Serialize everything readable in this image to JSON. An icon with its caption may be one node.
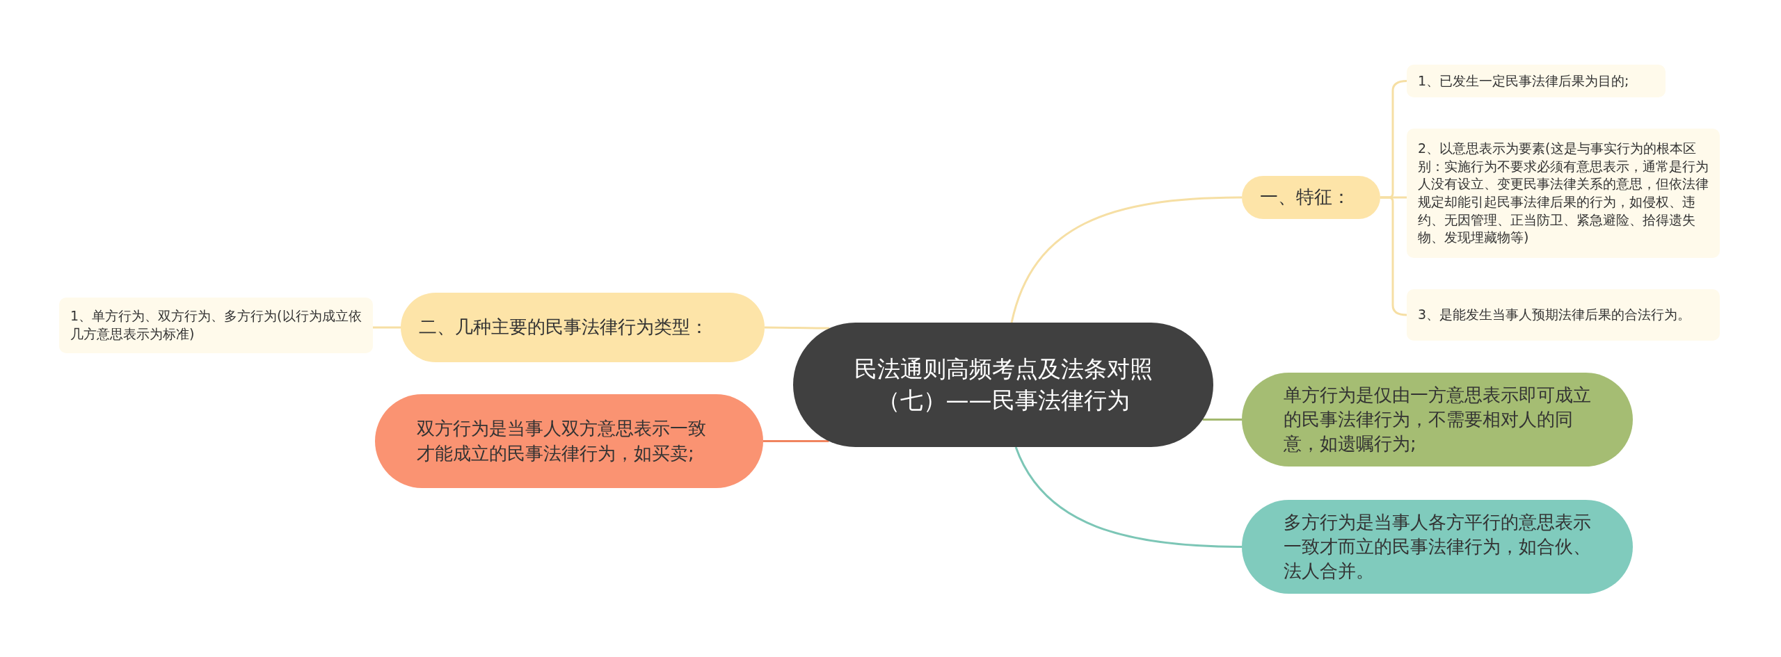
{
  "diagram": {
    "nodes": [
      {
        "text": [
          "民法通则高频考点及法条对照（七）——民事法律行为"
        ]
      },
      {
        "text": [
          "一、特征："
        ]
      },
      {
        "text": [
          "1、已发生一定民事法律后果为目的;"
        ]
      },
      {
        "text": [
          "2、以意思表示为要素(这是与事实行为的根本区别：实施行为不要求必须有意思表示，通常是行为人没有设立、变更民事法律关系的意思，但依法律规定却能引起民事法律后果的行为，如侵权、违约、无因管理、正当防卫、紧急避险、拾得遗失物、发现埋藏物等)"
        ]
      },
      {
        "text": [
          "3、是能发生当事人预期法律后果的合法行为。"
        ]
      },
      {
        "text": [
          "二、几种主要的民事法律行为类型："
        ]
      },
      {
        "text": [
          "1、单方行为、双方行为、多方行为(以行为成立依几方意思表示为标准)"
        ]
      },
      {
        "text": [
          "双方行为是当事人双方意思表示一致才能成立的民事法律行为，如买卖;"
        ]
      },
      {
        "text": [
          "单方行为是仅由一方意思表示即可成立的民事法律行为，不需要相对人的同意，如遗嘱行为;"
        ]
      },
      {
        "text": [
          "多方行为是当事人各方平行的意思表示一致才而立的民事法律行为，如合伙、法人合并。"
        ]
      }
    ],
    "edges": [
      {
        "from": 0,
        "to": 1,
        "arrow": "none"
      },
      {
        "from": 1,
        "to": 2,
        "arrow": "none"
      },
      {
        "from": 1,
        "to": 3,
        "arrow": "none"
      },
      {
        "from": 1,
        "to": 4,
        "arrow": "none"
      },
      {
        "from": 0,
        "to": 5,
        "arrow": "none"
      },
      {
        "from": 5,
        "to": 6,
        "arrow": "none"
      },
      {
        "from": 0,
        "to": 7,
        "arrow": "none",
        "color": "#f0845f"
      },
      {
        "from": 0,
        "to": 8,
        "arrow": "none",
        "color": "#a3b96f"
      },
      {
        "from": 0,
        "to": 9,
        "arrow": "none",
        "color": "#7cc6b6"
      }
    ]
  }
}
